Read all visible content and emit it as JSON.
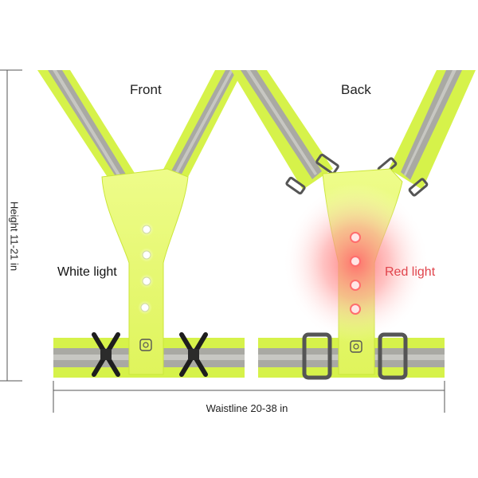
{
  "labels": {
    "front": "Front",
    "back": "Back",
    "white_light": "White light",
    "red_light": "Red light",
    "waistline": "Waistline 20-38 in",
    "height": "Height 11-21 in"
  },
  "colors": {
    "strap_neon": "#d6f24a",
    "strap_edge": "#b9dd1f",
    "reflective_stripe": "#a9a9a3",
    "panel_front": "#e6f86a",
    "red_glow": "#ff7a7a",
    "red_label": "#e0444c",
    "dimension_line": "#555555"
  },
  "front_leds": 4,
  "back_leds": 4
}
